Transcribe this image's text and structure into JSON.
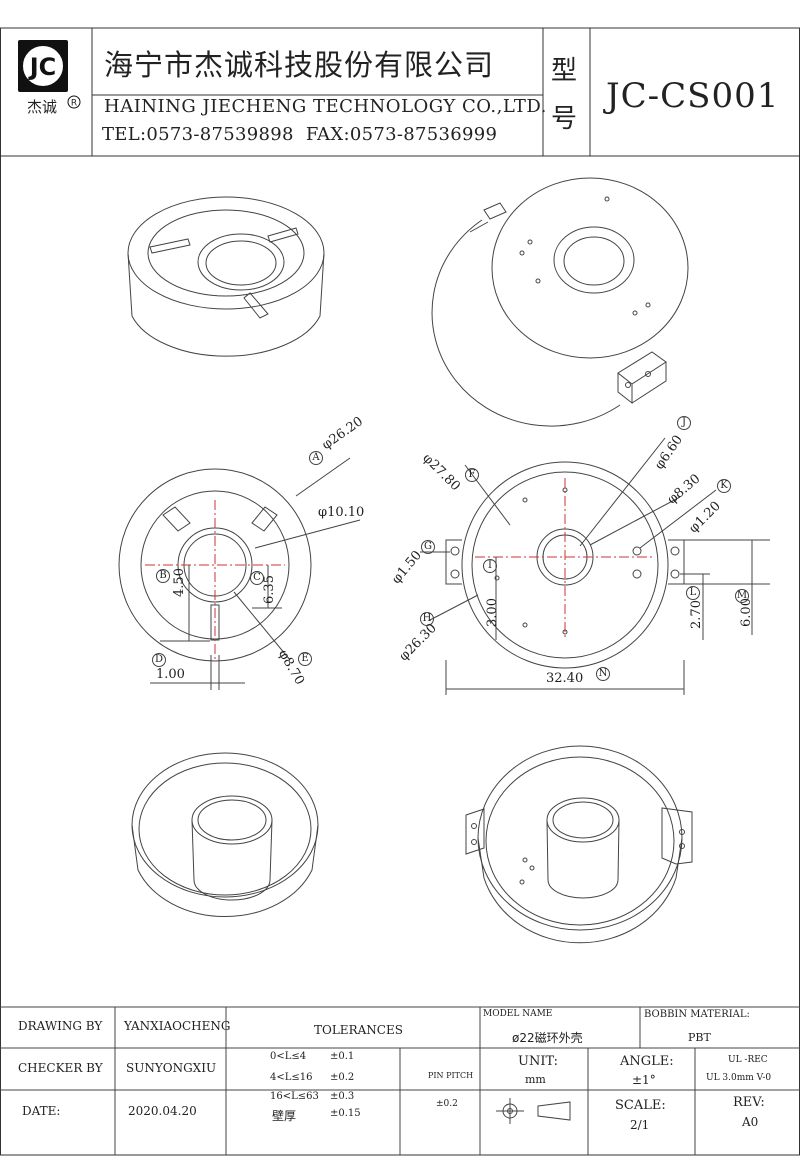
{
  "header": {
    "logo": {
      "text": "JC",
      "registered": "R",
      "brand": "杰诚"
    },
    "company_cn": "海宁市杰诚科技股份有限公司",
    "company_en": "HAINING JIECHENG TECHNOLOGY CO.,LTD.",
    "contact": "TEL:0573-87539898  FAX:0573-87536999",
    "model_label_1": "型",
    "model_label_2": "号",
    "model_no": "JC-CS001"
  },
  "dimensions": {
    "A": "A",
    "A_val": "φ26.20",
    "B": "B",
    "B_val": "4.50",
    "C": "C",
    "C_val": "6.35",
    "D": "D",
    "D_val": "1.00",
    "E": "E",
    "E_val": "φ8.70",
    "inner": "φ10.10",
    "F": "F",
    "F_val": "φ27.80",
    "G": "G",
    "G_val": "φ1.50",
    "H": "H",
    "H_val": "φ26.30",
    "I": "I",
    "I_val": "3.00",
    "J": "J",
    "J_val": "φ6.60",
    "K": "K",
    "K_val": "φ1.20",
    "L": "L",
    "L_val": "2.70",
    "M": "M",
    "M_val": "6.00",
    "N": "N",
    "N_val": "32.40",
    "mid": "φ8.30"
  },
  "title_block": {
    "drawing_by_label": "DRAWING BY",
    "drawing_by": "YANXIAOCHENG",
    "checker_by_label": "CHECKER BY",
    "checker_by": "SUNYONGXIU",
    "date_label": "DATE:",
    "date": "2020.04.20",
    "tolerances_label": "TOLERANCES",
    "tol_rows": [
      {
        "range": "0<L≤4",
        "val": "±0.1"
      },
      {
        "range": "4<L≤16",
        "val": "±0.2"
      },
      {
        "range": "16<L≤63",
        "val": "±0.3"
      },
      {
        "range": "壁厚",
        "val": "±0.15"
      }
    ],
    "pin_pitch_label": "PIN PITCH",
    "pin_pitch": "±0.2",
    "model_name_label": "MODEL NAME",
    "model_name": "ø22磁环外壳",
    "bobbin_material_label": "BOBBIN MATERIAL:",
    "bobbin_material": "PBT",
    "unit_label": "UNIT:",
    "unit": "mm",
    "angle_label": "ANGLE:",
    "angle": "±1°",
    "ul_1": "UL -REC",
    "ul_2": "UL 3.0mm V-0",
    "scale_label": "SCALE:",
    "scale": "2/1",
    "rev_label": "REV:",
    "rev": "A0"
  }
}
